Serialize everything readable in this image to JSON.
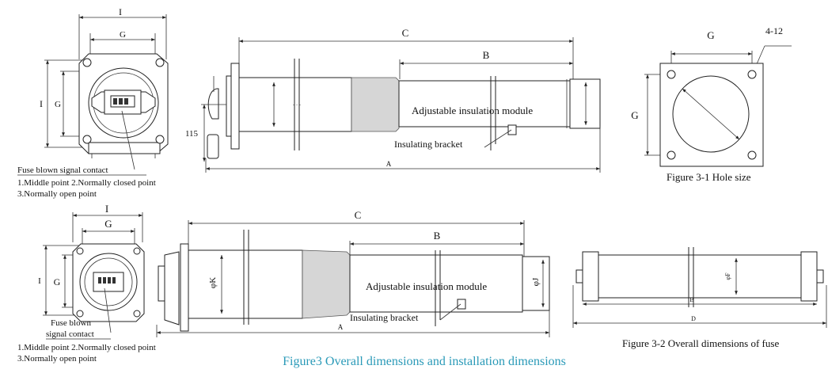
{
  "top": {
    "front": {
      "dim_width_outer": "I",
      "dim_width_inner": "G",
      "dim_height_outer": "I",
      "dim_height_inner": "G"
    },
    "side": {
      "dim_total": "C",
      "dim_right": "B",
      "dim_height": "115",
      "dim_bottom": "A",
      "label_module": "Adjustable insulation module",
      "label_bracket": "Insulating bracket"
    },
    "hole": {
      "dim_width": "G",
      "dim_height": "G",
      "dim_holes": "4-12",
      "caption": "Figure 3-1  Hole size"
    },
    "notes": {
      "line1": "Fuse blown signal contact",
      "line2": "1.Middle point 2.Normally closed point",
      "line3": "3.Normally open point"
    }
  },
  "bottom": {
    "front": {
      "dim_width_outer": "I",
      "dim_width_inner": "G",
      "dim_height_outer": "I",
      "dim_height_inner": "G"
    },
    "side": {
      "dim_total": "C",
      "dim_right": "B",
      "dim_dia_left": "φK",
      "dim_dia_right": "φJ",
      "dim_bottom": "A",
      "label_module": "Adjustable insulation module",
      "label_bracket": "Insulating bracket"
    },
    "fuse": {
      "dim_dia": "φF",
      "dim_b": "B",
      "dim_d": "D",
      "caption": "Figure 3-2 Overall dimensions of fuse"
    },
    "notes": {
      "line1": "Fuse blown",
      "line1b": "signal contact",
      "line2": "1.Middle point 2.Normally closed point",
      "line3": "3.Normally open point"
    }
  },
  "caption": "Figure3  Overall dimensions and installation dimensions",
  "colors": {
    "caption": "#2a9ab8",
    "shade": "#d6d6d6",
    "line": "#222222"
  }
}
